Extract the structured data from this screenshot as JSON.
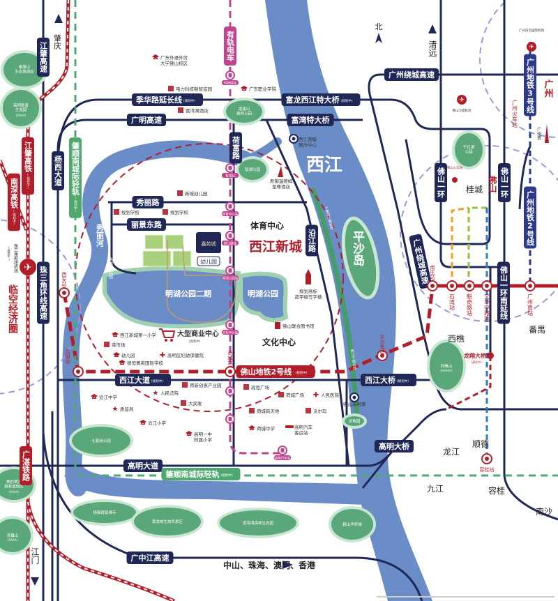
{
  "colors": {
    "navy": "#1f2757",
    "red": "#b01e2a",
    "river": "#6a8cc7",
    "park": "#5aa77a",
    "park_light": "#c9e6d2",
    "tram": "#c0458e",
    "light_rail": "#4fa86e",
    "gz_metro": "#2d3a8c",
    "fs_blue": "#2a7bc0",
    "fs_orange": "#f0a020",
    "fs_green": "#8cc43c",
    "ring_purple": "#9a9ad6"
  },
  "compass": "北",
  "roads": [
    {
      "label": "江肇高速"
    },
    {
      "label": "杨西大道"
    },
    {
      "label": "珠三角环线高速"
    },
    {
      "label": "季华路延长线",
      "note": "(规划中)"
    },
    {
      "label": "广明高速"
    },
    {
      "label": "富龙西江特大桥",
      "note": "(规划中)"
    },
    {
      "label": "富湾特大桥"
    },
    {
      "label": "广州绕城高速"
    },
    {
      "label": "荷富路"
    },
    {
      "label": "秀丽路"
    },
    {
      "label": "丽景东路"
    },
    {
      "label": "沿江路"
    },
    {
      "label": "广州绕城高速"
    },
    {
      "label": "佛山一环"
    },
    {
      "label": "佛山一环"
    },
    {
      "label": "佛山一环南延线"
    },
    {
      "label": "西江大道",
      "note": "(规划中)"
    },
    {
      "label": "西江大桥",
      "note": "(规划中)"
    },
    {
      "label": "高明大道"
    },
    {
      "label": "高明大桥"
    },
    {
      "label": "广中江高速"
    }
  ],
  "rails": [
    {
      "label": "江肇高铁",
      "note": "(规划中)"
    },
    {
      "label": "南深高铁",
      "note": "(规划中)"
    },
    {
      "label": "广湛铁路"
    },
    {
      "label": "佛山地铁2号线",
      "note": "(规划中)"
    },
    {
      "label": "有轨电车"
    },
    {
      "label": "肇顺南城际轻轨",
      "note": "(规划中)"
    },
    {
      "label": "肇顺南城际轻轨",
      "note": "(规划中)"
    },
    {
      "label": "广州地铁3号线"
    },
    {
      "label": "广州地铁2号线"
    }
  ],
  "places": [
    "西江",
    "平沙岛",
    "西江新城",
    "体育中心",
    "文化中心",
    "明湖公园",
    "明湖公园二期",
    "秀丽河",
    "桂城",
    "佛山",
    "广州",
    "清远",
    "肇庆",
    "江门",
    "西樵",
    "番禺",
    "龙江",
    "顺德",
    "九江",
    "容桂",
    "南沙",
    "临空经济圈",
    "珠三角枢纽机场",
    "中山、珠海、澳门、香港"
  ],
  "airport_note": "(规划中)",
  "pois": [
    {
      "text": "广东外语外贸\n大学佛山校区",
      "icon": "school-icon"
    },
    {
      "text": "电力科技制智造园",
      "icon": "building-icon"
    },
    {
      "text": "广东职业学院",
      "icon": "school-icon"
    },
    {
      "text": "富湾湖酒店",
      "icon": "building-icon"
    },
    {
      "text": "西江游艇\n展示中心",
      "icon": "anchor-icon"
    },
    {
      "text": "君御温德姆\n至尊酒店",
      "icon": "hotel-icon"
    },
    {
      "text": "新城幼儿园",
      "icon": "building-icon"
    },
    {
      "text": "规划学校",
      "icon": "building-icon"
    },
    {
      "text": "规划学校",
      "icon": "building-icon"
    },
    {
      "text": "规划高标\n超甲级写字楼",
      "icon": "tower-icon"
    },
    {
      "text": "佛山联合图书馆",
      "icon": "book-icon"
    },
    {
      "text": "西江新城第一小学",
      "icon": "school-icon"
    },
    {
      "text": "菜市场",
      "icon": "market-icon"
    },
    {
      "text": "幼儿园",
      "icon": "school-icon"
    },
    {
      "text": "高明区妇幼保健院",
      "icon": "hospital-icon"
    },
    {
      "text": "德恒菁英国际学校",
      "icon": "school-icon"
    },
    {
      "text": "荷新创意产业园",
      "icon": "building-icon"
    },
    {
      "text": "高登广场",
      "icon": "shop-icon"
    },
    {
      "text": "人民法院",
      "icon": "star-icon"
    },
    {
      "text": "荷城广场",
      "icon": "shop-icon"
    },
    {
      "text": "人民医院",
      "icon": "hospital-icon"
    },
    {
      "text": "沧江中学",
      "icon": "school-icon"
    },
    {
      "text": "大润发",
      "icon": "shop-icon"
    },
    {
      "text": "质监局",
      "icon": "star-icon"
    },
    {
      "text": "荷城新天地",
      "icon": "shop-icon"
    },
    {
      "text": "沃尔玛",
      "icon": "shop-icon"
    },
    {
      "text": "沧江小学",
      "icon": "school-icon"
    },
    {
      "text": "荷城中学",
      "icon": "school-icon"
    },
    {
      "text": "高明汽车\n客运站",
      "icon": "bus-icon"
    },
    {
      "text": "高明一中\n附属小学",
      "icon": "school-icon"
    },
    {
      "text": "佛山高明港",
      "icon": "anchor-icon"
    },
    {
      "text": "大型商业中心",
      "icon": "cart-icon",
      "note": "(规划中)"
    }
  ],
  "airports": [
    {
      "text": "广州白云国际机场"
    },
    {
      "text": "佛山沙堤机场"
    },
    {
      "text": "珠三角枢纽机场"
    }
  ],
  "landmarks": [
    {
      "text": "广州火车站"
    },
    {
      "text": "广州塔"
    },
    {
      "text": "佛山火车站"
    }
  ],
  "parks": [
    {
      "text": "泰康山\n生态旅游区"
    },
    {
      "text": "高明盈香\n生态园",
      "grade": "(AAAA)"
    },
    {
      "text": "南蓬山\n森林公园"
    },
    {
      "text": "智湖公园"
    },
    {
      "text": "千灯湖\n公园"
    },
    {
      "text": "七星岗公园"
    },
    {
      "text": "美的鹭湖\n森林度假区",
      "grade": "(AAAA)"
    },
    {
      "text": "皂幕山",
      "grade": "(AAAA)"
    },
    {
      "text": "杨梅观音禅寺"
    },
    {
      "text": "黄龙峡生态风景区"
    },
    {
      "text": "南海湾森林生态园"
    },
    {
      "text": "鹤山华侨城"
    },
    {
      "text": "西樵山",
      "grade": "(AAAAA)"
    },
    {
      "text": "灵龟园"
    }
  ],
  "green_belts": [
    "十里西江景观带",
    "西江千城公园",
    "秀丽河公园"
  ],
  "tram_stations": [
    "科教园站",
    "智湖站",
    "体育中心站",
    "新江路站",
    "明湖公园站",
    "文化中心站",
    "高明汽车站"
  ],
  "metro_stations": [
    {
      "name": "西安站"
    },
    {
      "name": "高明站"
    },
    {
      "name": "荷城站"
    },
    {
      "name": "平沙岛站"
    },
    {
      "name": "南庄站"
    },
    {
      "name": "石湾站"
    },
    {
      "name": "魁奇路站"
    },
    {
      "name": "文华中路站"
    },
    {
      "name": "广州南站"
    },
    {
      "name": "龙翔大桥",
      "note": "(建设中)"
    },
    {
      "name": "容桂站"
    }
  ],
  "project": {
    "name": "鑫苑城",
    "kindergarten": "幼儿园"
  }
}
